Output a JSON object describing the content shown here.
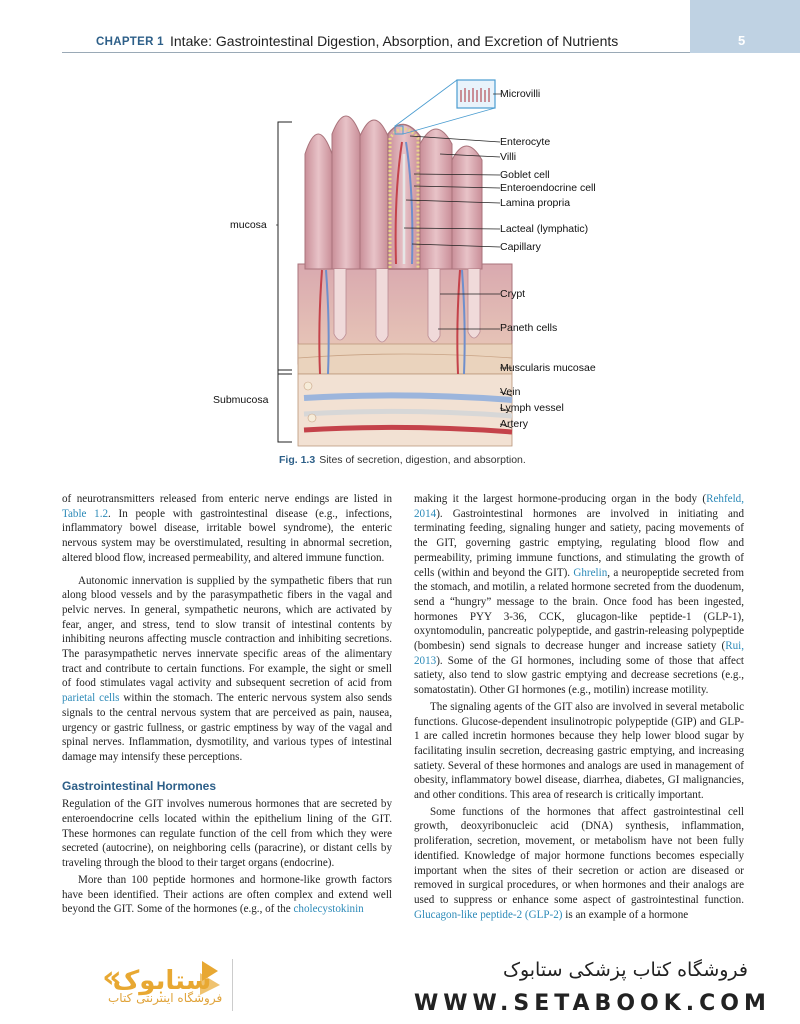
{
  "header": {
    "chapter_label": "CHAPTER 1",
    "chapter_title": "Intake: Gastrointestinal Digestion, Absorption, and Excretion of Nutrients",
    "page_number": "5"
  },
  "figure": {
    "labels": {
      "microvilli": "Microvilli",
      "enterocyte": "Enterocyte",
      "villi": "Villi",
      "goblet_cell": "Goblet cell",
      "enteroendocrine_cell": "Enteroendocrine cell",
      "lamina_propria": "Lamina propria",
      "lacteal": "Lacteal (lymphatic)",
      "capillary": "Capillary",
      "crypt": "Crypt",
      "paneth_cells": "Paneth cells",
      "muscularis_mucosae": "Muscularis mucosae",
      "vein": "Vein",
      "lymph_vessel": "Lymph vessel",
      "artery": "Artery",
      "mucosa": "mucosa",
      "submucosa": "Submucosa"
    },
    "caption_number": "Fig. 1.3",
    "caption_text": "Sites of secretion, digestion, and absorption."
  },
  "left_column": {
    "p1_a": "of neurotransmitters released from enteric nerve endings are listed in ",
    "p1_link": "Table 1.2",
    "p1_b": ". In people with gastrointestinal disease (e.g., infections, inflammatory bowel disease, irritable bowel syndrome), the enteric nervous system may be overstimulated, resulting in abnormal secretion, altered blood flow, increased permeability, and altered immune function.",
    "p2_a": "Autonomic innervation is supplied by the sympathetic fibers that run along blood vessels and by the parasympathetic fibers in the vagal and pelvic nerves. In general, sympathetic neurons, which are activated by fear, anger, and stress, tend to slow transit of intestinal contents by inhibiting neurons affecting muscle contraction and inhibiting secretions. The parasympathetic nerves innervate specific areas of the alimentary tract and contribute to certain functions. For example, the sight or smell of food stimulates vagal activity and subsequent secretion of acid from ",
    "p2_link": "parietal cells",
    "p2_b": " within the stomach. The enteric nervous system also sends signals to the central nervous system that are perceived as pain, nausea, urgency or gastric fullness, or gastric emptiness by way of the vagal and spinal nerves. Inflammation, dysmotility, and various types of intestinal damage may intensify these perceptions.",
    "section_heading": "Gastrointestinal Hormones",
    "p3": "Regulation of the GIT involves numerous hormones that are secreted by enteroendocrine cells located within the epithelium lining of the GIT. These hormones can regulate function of the cell from which they were secreted (autocrine), on neighboring cells (paracrine), or distant cells by traveling through the blood to their target organs (endocrine).",
    "p4_a": "More than 100 peptide hormones and hormone-like growth factors have been identified. Their actions are often complex and extend well beyond the GIT. Some of the hormones (e.g., of the ",
    "p4_link": "cholecystokinin",
    "p4_b": ""
  },
  "right_column": {
    "p1_a": "making it the largest hormone-producing organ in the body (",
    "p1_link1": "Rehfeld, 2014",
    "p1_b": "). Gastrointestinal hormones are involved in initiating and terminating feeding, signaling hunger and satiety, pacing movements of the GIT, governing gastric emptying, regulating blood flow and permeability, priming immune functions, and stimulating the growth of cells (within and beyond the GIT). ",
    "p1_link2": "Ghrelin",
    "p1_c": ", a neuropeptide secreted from the stomach, and motilin, a related hormone secreted from the duodenum, send a “hungry” message to the brain. Once food has been ingested, hormones PYY 3-36, CCK, glucagon-like peptide-1 (GLP-1), oxyntomodulin, pancreatic polypeptide, and gastrin-releasing polypeptide (bombesin) send signals to decrease hunger and increase satiety (",
    "p1_link3": "Rui, 2013",
    "p1_d": "). Some of the GI hormones, including some of those that affect satiety, also tend to slow gastric emptying and decrease secretions (e.g., somatostatin). Other GI hormones (e.g., motilin) increase motility.",
    "p2": "The signaling agents of the GIT also are involved in several metabolic functions. Glucose-dependent insulinotropic polypeptide (GIP) and GLP-1 are called incretin hormones because they help lower blood sugar by facilitating insulin secretion, decreasing gastric emptying, and increasing satiety. Several of these hormones and analogs are used in management of obesity, inflammatory bowel disease, diarrhea, diabetes, GI malignancies, and other conditions. This area of research is critically important.",
    "p3_a": "Some functions of the hormones that affect gastrointestinal cell growth, deoxyribonucleic acid (DNA) synthesis, inflammation, proliferation, secretion, movement, or metabolism have not been fully identified. Knowledge of major hormone functions becomes especially important when the sites of their secretion or action are diseased or removed in surgical procedures, or when hormones and their analogs are used to suppress or enhance some aspect of gastrointestinal function. ",
    "p3_link": "Glucagon-like peptide-2 (GLP-2)",
    "p3_b": " is an example of a hormone"
  },
  "footer": {
    "logo_text": "ستابوک",
    "logo_sub": "فروشگاه اینترنتی کتاب",
    "shop_name": "فروشگاه کتاب پزشکی ستابوک",
    "shop_url": "WWW.SETABOOK.COM",
    "accent_color": "#e8a832"
  }
}
